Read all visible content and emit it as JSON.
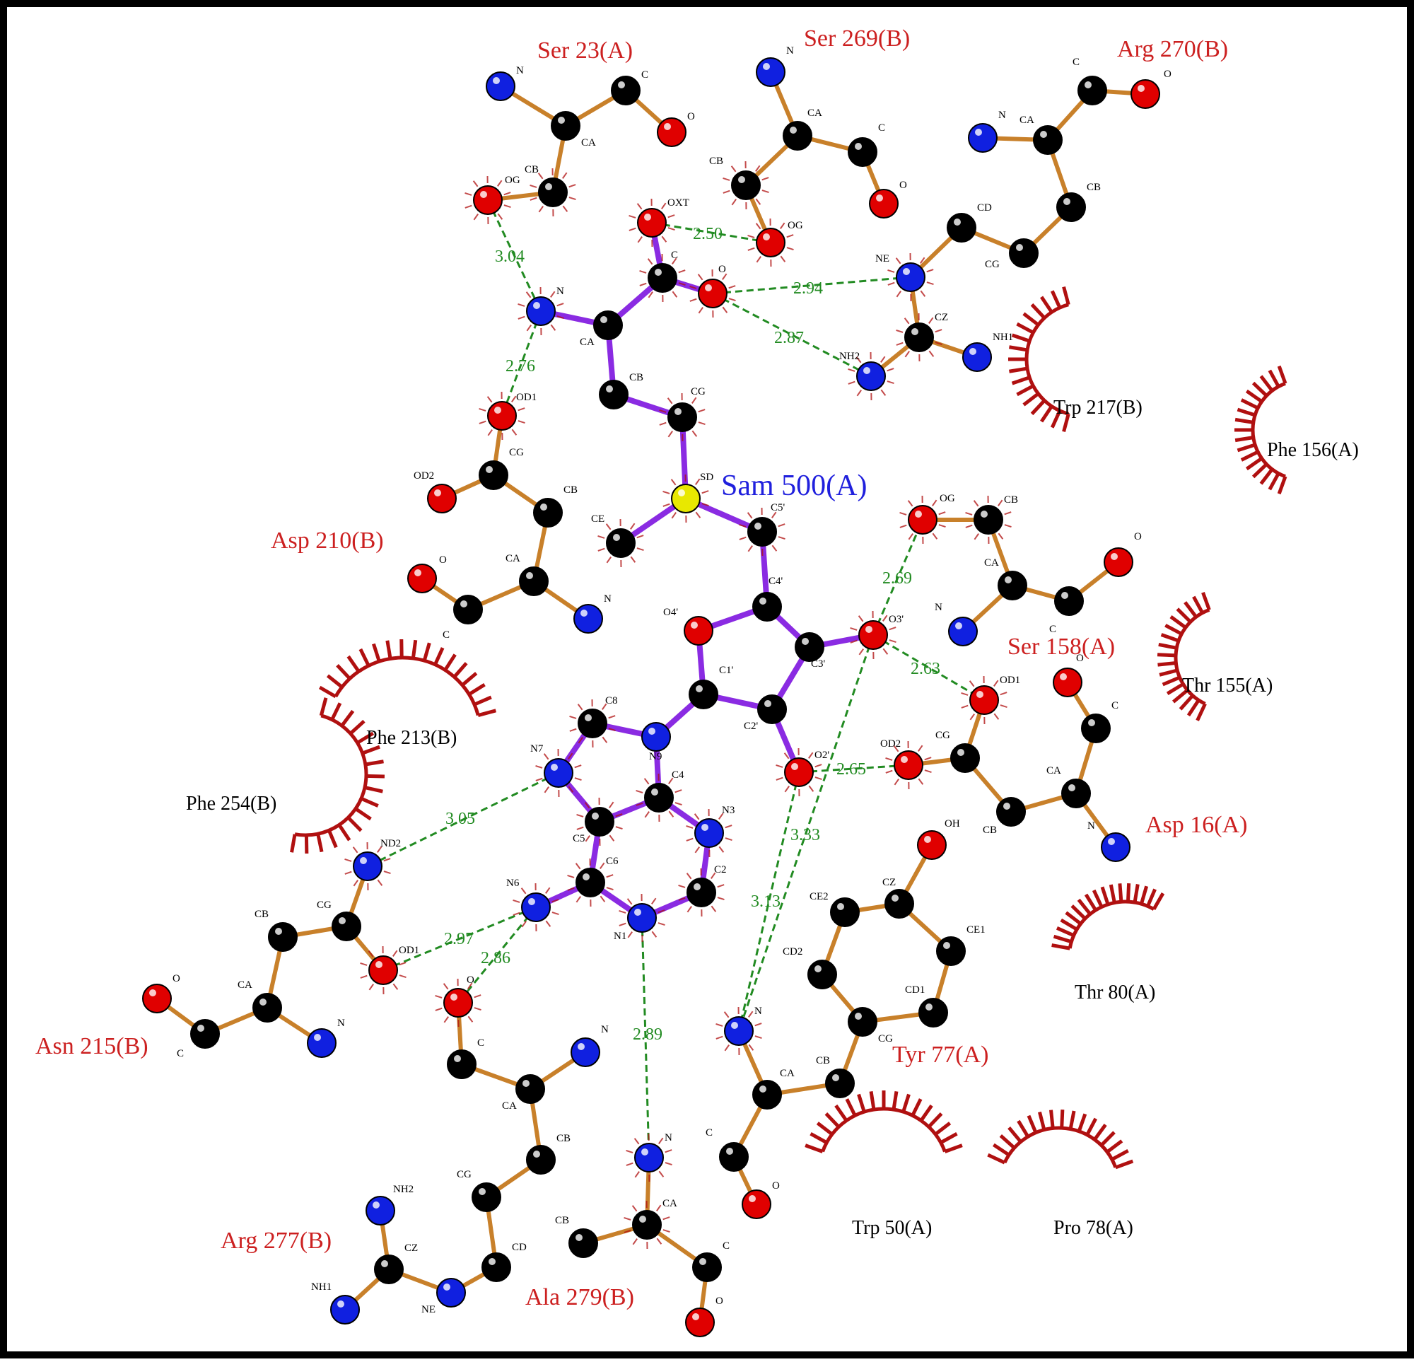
{
  "ligand": {
    "name": "Sam 500(A)"
  },
  "residues": [
    "Ser 23(A)",
    "Ser 269(B)",
    "Arg 270(B)",
    "Asp 210(B)",
    "Ser 158(A)",
    "Asp 16(A)",
    "Tyr 77(A)",
    "Asn 215(B)",
    "Arg 277(B)",
    "Ala 279(B)"
  ],
  "hydrophobic": [
    "Trp 217(B)",
    "Phe 156(A)",
    "Thr 155(A)",
    "Phe 213(B)",
    "Phe 254(B)",
    "Thr 80(A)",
    "Trp 50(A)",
    "Pro 78(A)"
  ],
  "hbonds": [
    "3.04",
    "2.50",
    "2.94",
    "2.87",
    "2.76",
    "2.69",
    "2.63",
    "2.65",
    "3.05",
    "2.97",
    "2.86",
    "3.33",
    "3.13",
    "2.89"
  ],
  "atom_labels": {
    "s23_N": "N",
    "s23_C": "C",
    "s23_O": "O",
    "s23_CA": "CA",
    "s23_CB": "CB",
    "s23_OG": "OG",
    "s269_N": "N",
    "s269_CA": "CA",
    "s269_C": "C",
    "s269_CB": "CB",
    "s269_O": "O",
    "s269_OG": "OG",
    "r270_C": "C",
    "r270_O": "O",
    "r270_N": "N",
    "r270_CA": "CA",
    "r270_CB": "CB",
    "r270_CD": "CD",
    "r270_CG": "CG",
    "r270_NE": "NE",
    "r270_CZ": "CZ",
    "r270_NH1": "NH1",
    "r270_NH2": "NH2",
    "sam_OXT": "OXT",
    "sam_C": "C",
    "sam_O": "O",
    "sam_N": "N",
    "sam_CA": "CA",
    "sam_CB": "CB",
    "sam_CG": "CG",
    "sam_SD": "SD",
    "sam_CE": "CE",
    "sam_C5p": "C5'",
    "sam_C4p": "C4'",
    "sam_O4p": "O4'",
    "sam_C3p": "C3'",
    "sam_O3p": "O3'",
    "sam_C1p": "C1'",
    "sam_C2p": "C2'",
    "sam_O2p": "O2'",
    "sam_C8": "C8",
    "sam_N9": "N9",
    "sam_N7": "N7",
    "sam_C4": "C4",
    "sam_N3": "N3",
    "sam_C5": "C5",
    "sam_C6": "C6",
    "sam_C2": "C2",
    "sam_N6": "N6",
    "sam_N1": "N1",
    "d210_OD1": "OD1",
    "d210_OD2": "OD2",
    "d210_CG": "CG",
    "d210_CB": "CB",
    "d210_CA": "CA",
    "d210_O": "O",
    "d210_N": "N",
    "d210_C": "C",
    "s158_OG": "OG",
    "s158_CB": "CB",
    "s158_CA": "CA",
    "s158_O": "O",
    "s158_N": "N",
    "s158_C": "C",
    "d16_OD1": "OD1",
    "d16_OD2": "OD2",
    "d16_CG": "CG",
    "d16_CB": "CB",
    "d16_CA": "CA",
    "d16_C": "C",
    "d16_O": "O",
    "d16_N": "N",
    "y77_OH": "OH",
    "y77_CZ": "CZ",
    "y77_CE2": "CE2",
    "y77_CE1": "CE1",
    "y77_CD2": "CD2",
    "y77_CD1": "CD1",
    "y77_CG": "CG",
    "y77_CB": "CB",
    "y77_CA": "CA",
    "y77_N": "N",
    "y77_C": "C",
    "y77_O": "O",
    "n215_ND2": "ND2",
    "n215_CG": "CG",
    "n215_CB": "CB",
    "n215_OD1": "OD1",
    "n215_CA": "CA",
    "n215_O": "O",
    "n215_N": "N",
    "n215_C": "C",
    "r277_O": "O",
    "r277_C": "C",
    "r277_N": "N",
    "r277_CA": "CA",
    "r277_CB": "CB",
    "r277_CG": "CG",
    "r277_CD": "CD",
    "r277_NH2": "NH2",
    "r277_CZ": "CZ",
    "r277_NE": "NE",
    "r277_NH1": "NH1",
    "a279_N": "N",
    "a279_CA": "CA",
    "a279_CB": "CB",
    "a279_C": "C",
    "a279_O": "O"
  },
  "colors": {
    "residue_label": "#cc2020",
    "ligand_label": "#2020dd",
    "residue_bond": "#c8802a",
    "ligand_bond": "#8a2be2",
    "hbond": "#228b22",
    "carbon": "#000000",
    "oxygen": "#e00000",
    "nitrogen": "#1020e0",
    "sulfur": "#e8e800",
    "hydrophobic_arc": "#b01010"
  }
}
